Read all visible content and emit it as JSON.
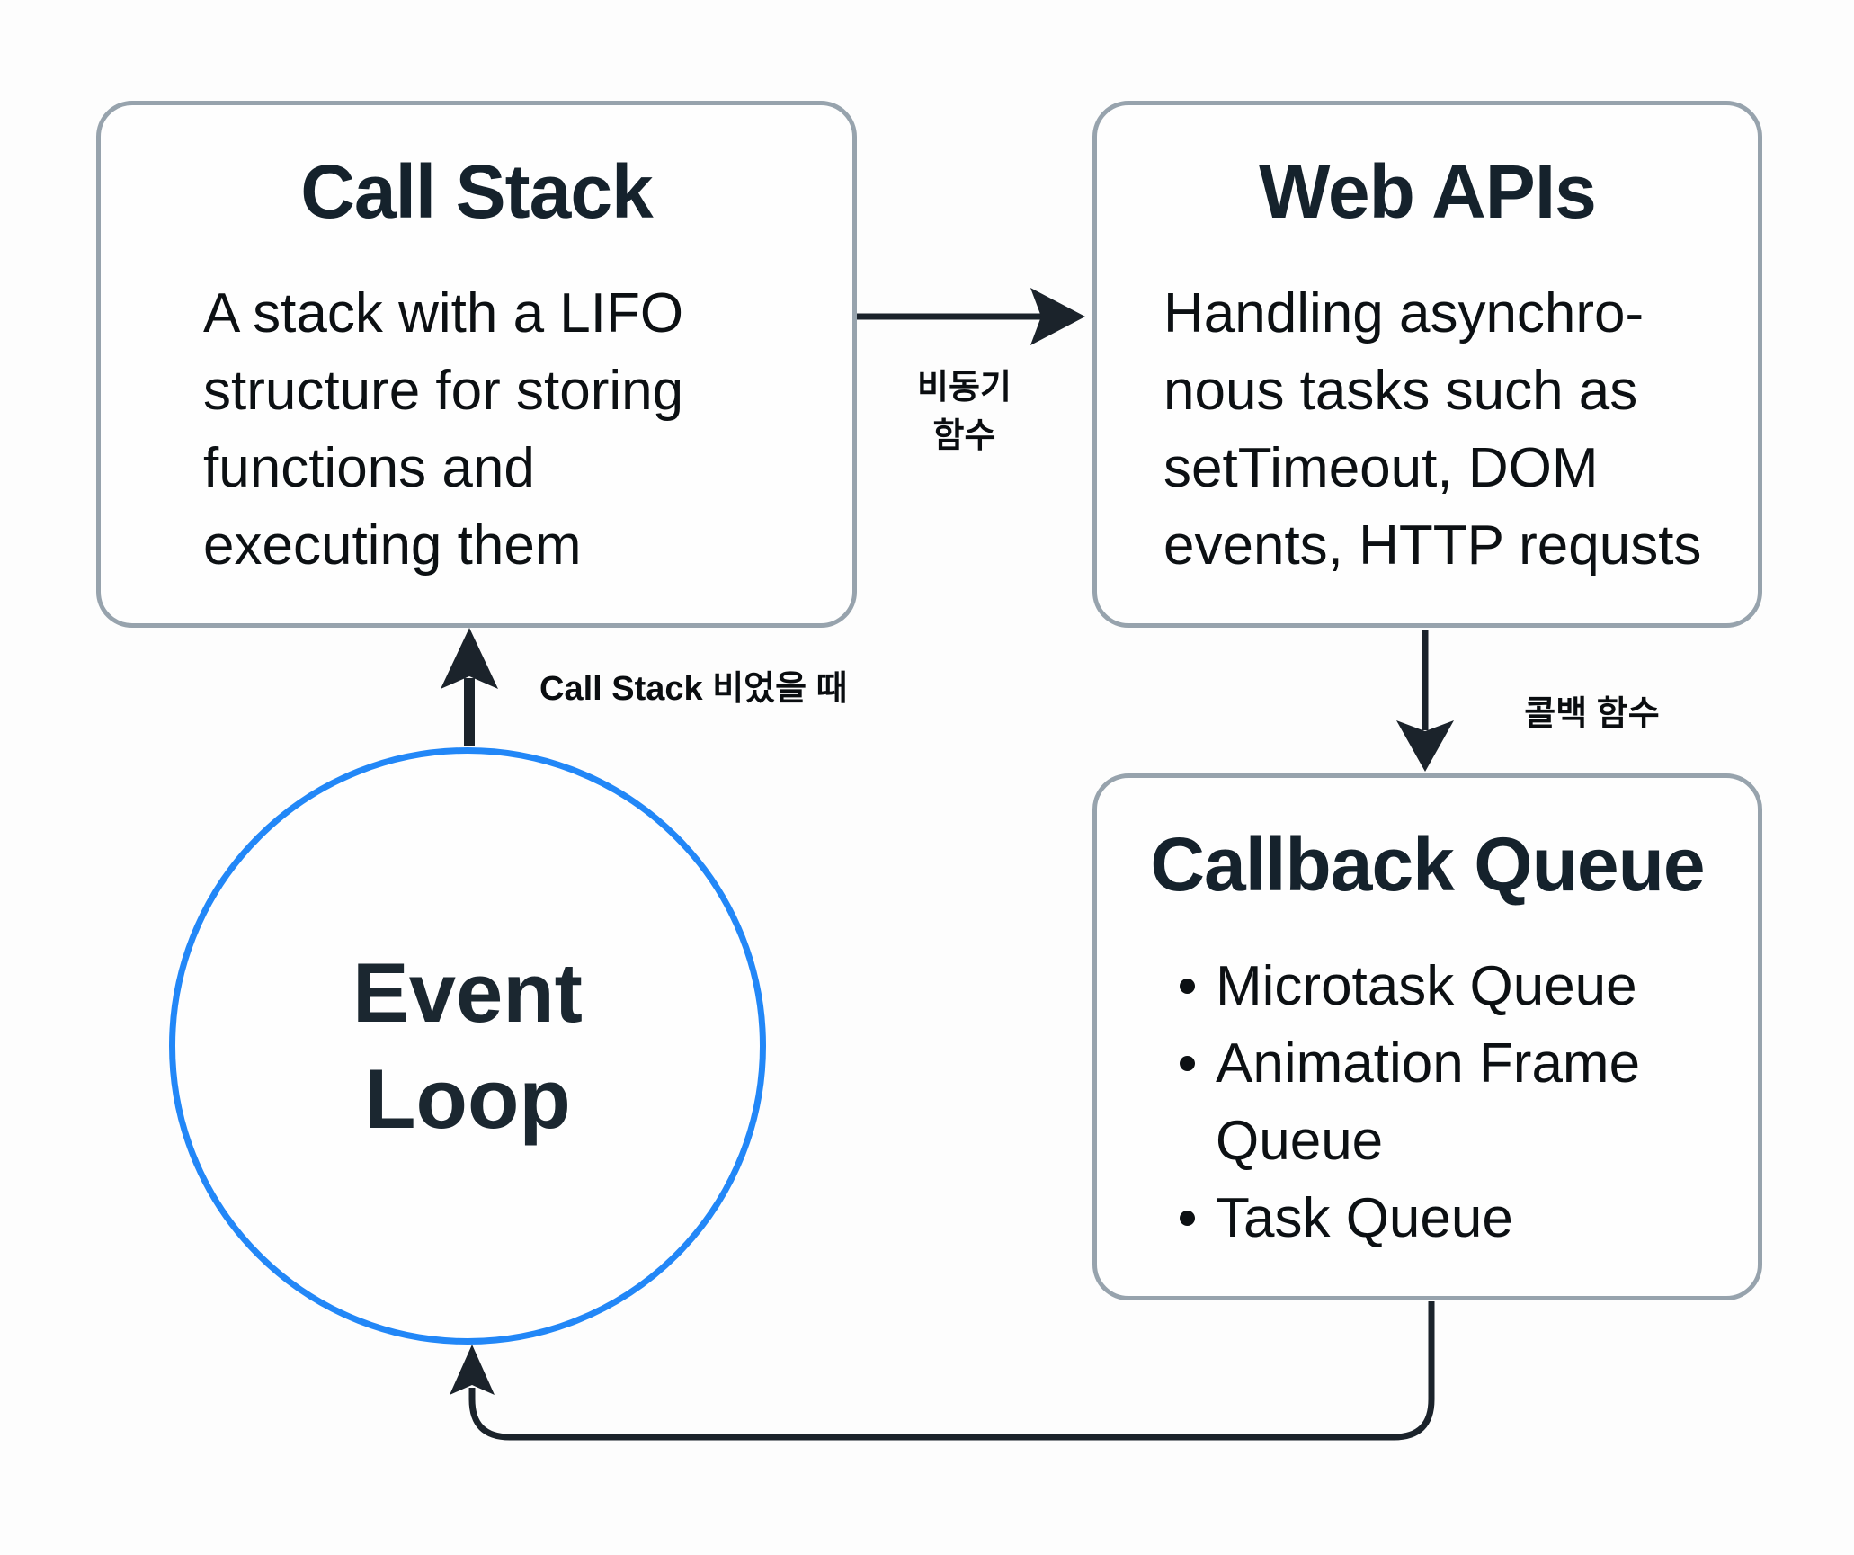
{
  "diagram": {
    "boxes": {
      "call_stack": {
        "title": "Call Stack",
        "body": "A stack with a LIFO\nstructure for storing\nfunctions and\nexecuting them"
      },
      "web_apis": {
        "title": "Web APIs",
        "body": "Handling asynchro-\nnous tasks such as\nsetTimeout, DOM\nevents, HTTP requsts"
      },
      "callback_queue": {
        "title": "Callback Queue",
        "items": [
          "Microtask Queue",
          "Animation Frame Queue",
          "Task Queue"
        ]
      }
    },
    "event_loop": {
      "label": "Event\nLoop"
    },
    "labels": {
      "async_function": "비동기\n함수",
      "callback_function": "콜백 함수",
      "when_call_stack_empty": "Call Stack 비었을 때"
    },
    "colors": {
      "background": "#fdfdfd",
      "box_border": "#97a3ad",
      "box_fill": "#fefefe",
      "circle_border": "#2287f7",
      "arrow": "#1b232b",
      "title_text": "#15222c",
      "body_text": "#0c1013"
    }
  }
}
